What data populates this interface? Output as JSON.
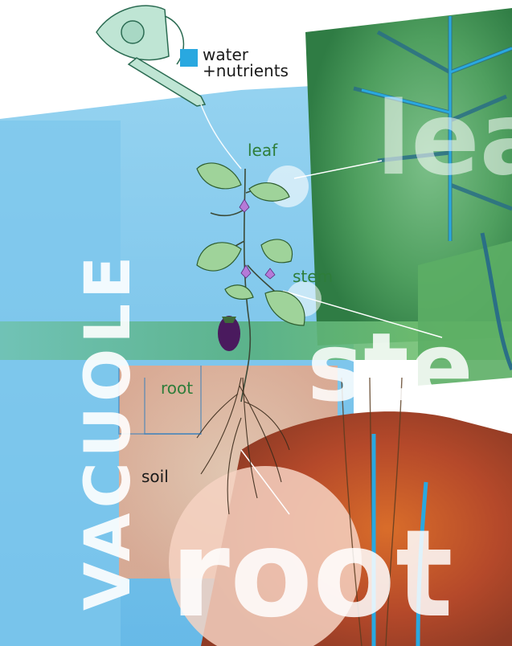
{
  "legend": {
    "color": "#29a8e0",
    "line1": "water",
    "line2": "+nutrients"
  },
  "labels": {
    "leaf": "leaf",
    "stem": "stem",
    "root": "root",
    "soil": "soil"
  },
  "big_text": {
    "vacuole": "VACUOLE",
    "leaf_fragment": "lea",
    "stem_fragment": "ste",
    "root_fragment": "root"
  },
  "colors": {
    "water_blue": "#29a8e0",
    "leaf_green": "#3f8f4a",
    "soil_brown": "#b0532a",
    "label_green": "#2e7d3a"
  }
}
